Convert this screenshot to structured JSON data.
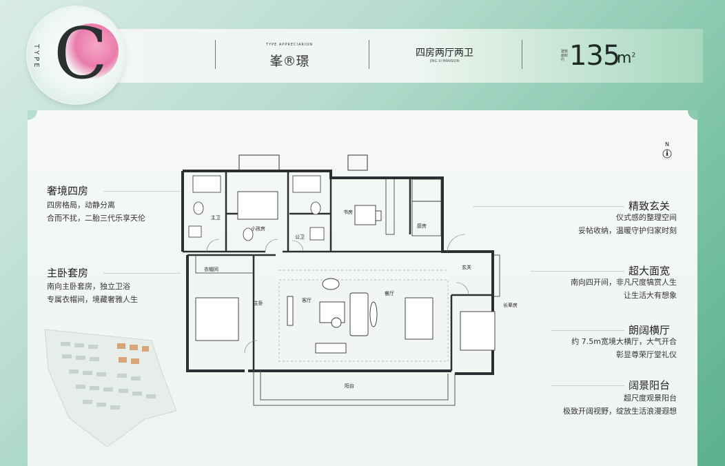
{
  "header": {
    "type_badge_letter": "C",
    "type_badge_text": "TYPE",
    "brand_top": "TYPE APPRECIARION",
    "brand_name": "峯®璟",
    "layout_title": "四房两厅两卫",
    "layout_sub": "JING XI MANSION",
    "area_label": "建筑面积约",
    "area_value": "135",
    "area_unit": "m",
    "area_unit_sup": "2"
  },
  "compass": {
    "letter": "N"
  },
  "features_left": [
    {
      "title": "奢境四房",
      "lines": [
        "四房格局，动静分离",
        "合而不扰，二胎三代乐享天伦"
      ]
    },
    {
      "title": "主卧套房",
      "lines": [
        "南向主卧套房，独立卫浴",
        "专属衣帽间，境藏奢雅人生"
      ]
    }
  ],
  "features_right": [
    {
      "title": "精致玄关",
      "lines": [
        "仪式感的整理空间",
        "妥帖收纳，温暖守护归家时刻"
      ]
    },
    {
      "title": "超大面宽",
      "lines": [
        "南向四开间，非凡尺度犒赏人生",
        "让生活大有想象"
      ]
    },
    {
      "title": "朗阔横厅",
      "lines": [
        "约 7.5m宽境大横厅，大气开合",
        "彰显尊荣厅堂礼仪"
      ]
    },
    {
      "title": "阔景阳台",
      "lines": [
        "超尺度观景阳台",
        "极致开阔视野，绽放生活浪漫遐想"
      ]
    }
  ],
  "rooms": {
    "master_bath": "主卫",
    "kids_room": "小孩房",
    "public_bath": "公卫",
    "study": "书房",
    "kitchen": "厨房",
    "cloakroom": "衣帽间",
    "foyer": "玄关",
    "master_bedroom": "主卧",
    "living_room": "客厅",
    "dining_room": "餐厅",
    "elder_room": "长辈房",
    "balcony": "阳台"
  },
  "colors": {
    "accent_green": "#7fc4a9",
    "badge_pink": "#e97bab",
    "text_dark": "#222222",
    "wall": "#2b2f33"
  }
}
